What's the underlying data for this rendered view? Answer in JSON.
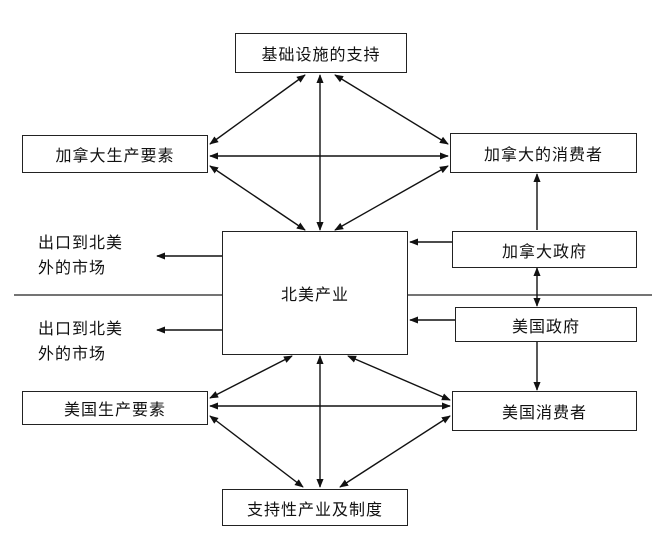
{
  "nodes": {
    "infrastructure": "基础设施的支持",
    "canada_factors": "加拿大生产要素",
    "canada_consumers": "加拿大的消费者",
    "canada_government": "加拿大政府",
    "na_industry": "北美产业",
    "us_government": "美国政府",
    "us_factors": "美国生产要素",
    "us_consumers": "美国消费者",
    "supporting": "支持性产业及制度"
  },
  "export_labels": {
    "top_line1": "出口到北美",
    "top_line2": "外的市场",
    "bottom_line1": "出口到北美",
    "bottom_line2": "外的市场"
  }
}
